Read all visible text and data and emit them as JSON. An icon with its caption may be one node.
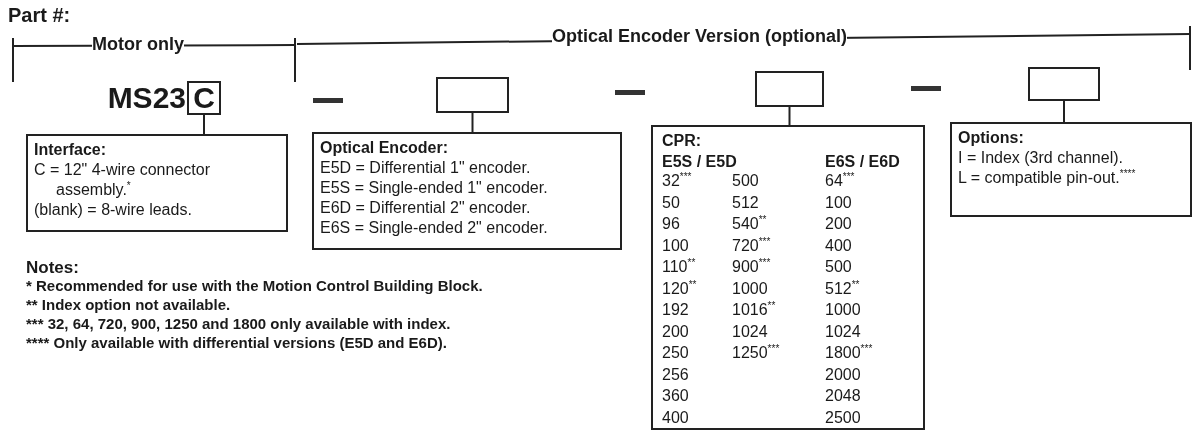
{
  "diagram": {
    "nodes": [
      {
        "text": [
          "C"
        ],
        "beside": [
          "MS23"
        ]
      },
      {
        "text": [],
        "shape": "box"
      },
      {
        "text": [],
        "shape": "box"
      },
      {
        "text": [],
        "shape": "box"
      },
      {
        "text": [
          "Interface:",
          "C = 12\" 4-wire connector assembly.$^{*}$",
          "(blank) = 8-wire leads."
        ]
      },
      {
        "text": [
          "Optical Encoder:",
          "E5D = Differential 1\" encoder.",
          "E5S = Single-ended 1\" encoder.",
          "E6D = Differential 2\" encoder.",
          "E6S = Single-ended 2\" encoder."
        ]
      },
      {
        "text": [
          "CPR:",
          "E5S / E5D",
          "E6S / E6D",
          "32$^{***}$",
          "500",
          "64$^{***}$",
          "50",
          "512",
          "100",
          "96",
          "540$^{**}$",
          "200",
          "100",
          "720$^{***}$",
          "400",
          "110$^{**}$",
          "900$^{***}$",
          "500",
          "120$^{**}$",
          "1000",
          "512$^{**}$",
          "192",
          "1016$^{**}$",
          "1000",
          "200",
          "1024",
          "1024",
          "250",
          "1250$^{***}$",
          "1800$^{***}$",
          "256",
          "2000",
          "360",
          "2048",
          "400",
          "2500"
        ]
      },
      {
        "text": [
          "Options:",
          "I = Index (3rd channel).",
          "L = compatible pin-out.$^{****}$"
        ]
      }
    ],
    "edges": [
      {
        "from": 0,
        "to": 4,
        "arrow": "none"
      },
      {
        "from": 1,
        "to": 5,
        "arrow": "none"
      },
      {
        "from": 2,
        "to": 6,
        "arrow": "none"
      },
      {
        "from": 3,
        "to": 7,
        "arrow": "none"
      }
    ],
    "labels": [
      "Part #:",
      "Motor only",
      "Optical Encoder Version (optional)",
      "Notes:",
      "* Recommended for use with the Motion Control Building Block.",
      "** Index option not available.",
      "*** 32, 64, 720, 900, 1250 and 1800 only available with index.",
      "**** Only available with differential versions (E5D and E6D)."
    ]
  }
}
